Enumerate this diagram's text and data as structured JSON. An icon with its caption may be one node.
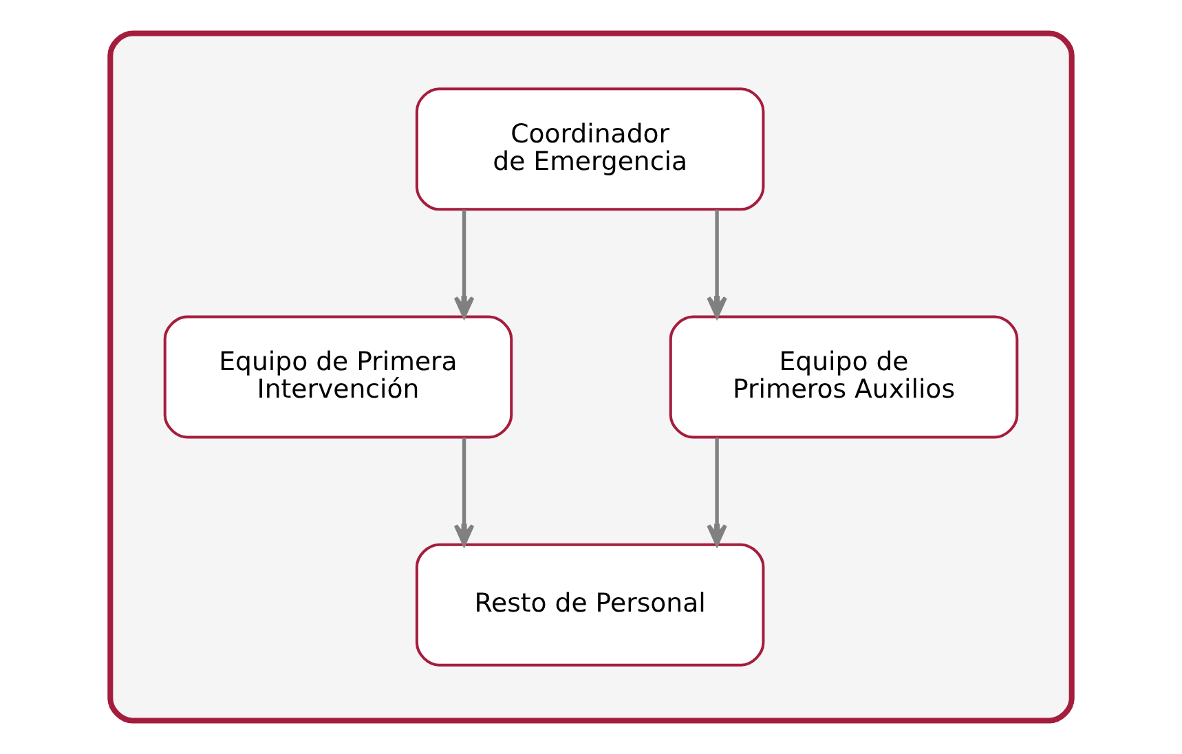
{
  "diagram": {
    "nodes": [
      {
        "text": [],
        "shape": "box"
      },
      {
        "text": [
          "Coordinador de Emergencia"
        ],
        "in": 0
      },
      {
        "text": [
          "Equipo de Primera Intervención"
        ],
        "in": 0
      },
      {
        "text": [
          "Equipo de Primeros Auxilios"
        ],
        "in": 0
      },
      {
        "text": [
          "Resto de Personal"
        ],
        "in": 0
      }
    ],
    "edges": [
      {
        "from": 1,
        "to": 2,
        "arrow": "to"
      },
      {
        "from": 1,
        "to": 3,
        "arrow": "to"
      },
      {
        "from": 2,
        "to": 4,
        "arrow": "to"
      },
      {
        "from": 3,
        "to": 4,
        "arrow": "to"
      }
    ]
  }
}
